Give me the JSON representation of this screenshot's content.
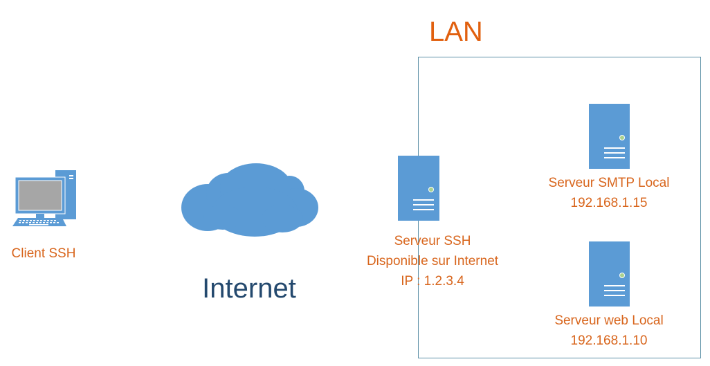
{
  "colors": {
    "icon_blue": "#5b9bd5",
    "label_orange": "#d8651c",
    "lan_orange": "#e1600f",
    "internet_navy": "#24496e",
    "lan_border": "#5b8fa6",
    "screen_gray": "#a6a6a6",
    "status_led": "#a9d18e"
  },
  "lan": {
    "title": "LAN"
  },
  "client": {
    "icon": "desktop-computer-icon",
    "label": "Client SSH"
  },
  "internet": {
    "icon": "cloud-icon",
    "label": "Internet"
  },
  "ssh_server": {
    "icon": "server-icon",
    "lines": [
      "Serveur SSH",
      "Disponible sur Internet",
      "IP : 1.2.3.4"
    ]
  },
  "smtp_server": {
    "icon": "server-icon",
    "lines": [
      "Serveur SMTP Local",
      "192.168.1.15"
    ]
  },
  "web_server": {
    "icon": "server-icon",
    "lines": [
      "Serveur web Local",
      "192.168.1.10"
    ]
  }
}
